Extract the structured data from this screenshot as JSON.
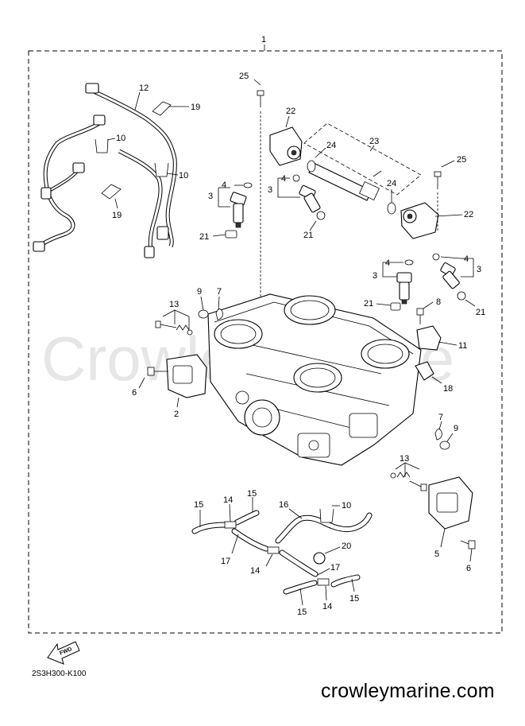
{
  "watermark": "CrowleyMarine",
  "diagram_code": "2S3H300-K100",
  "website": "crowleymarine.com",
  "fwd_arrow_label": "FWD",
  "callouts": {
    "c1": "1",
    "c2": "2",
    "c3a": "3",
    "c3b": "3",
    "c3c": "3",
    "c3d": "3",
    "c4a": "4",
    "c4b": "4",
    "c4c": "4",
    "c4d": "4",
    "c5": "5",
    "c6a": "6",
    "c6b": "6",
    "c7a": "7",
    "c7b": "7",
    "c8": "8",
    "c9a": "9",
    "c9b": "9",
    "c10a": "10",
    "c10b": "10",
    "c10c": "10",
    "c11": "11",
    "c12": "12",
    "c13a": "13",
    "c13b": "13",
    "c14a": "14",
    "c14b": "14",
    "c14c": "14",
    "c15a": "15",
    "c15b": "15",
    "c15c": "15",
    "c15d": "15",
    "c16": "16",
    "c17a": "17",
    "c17b": "17",
    "c18": "18",
    "c19a": "19",
    "c19b": "19",
    "c20": "20",
    "c21a": "21",
    "c21b": "21",
    "c21c": "21",
    "c21d": "21",
    "c22a": "22",
    "c22b": "22",
    "c23": "23",
    "c24a": "24",
    "c24b": "24",
    "c25a": "25",
    "c25b": "25"
  }
}
